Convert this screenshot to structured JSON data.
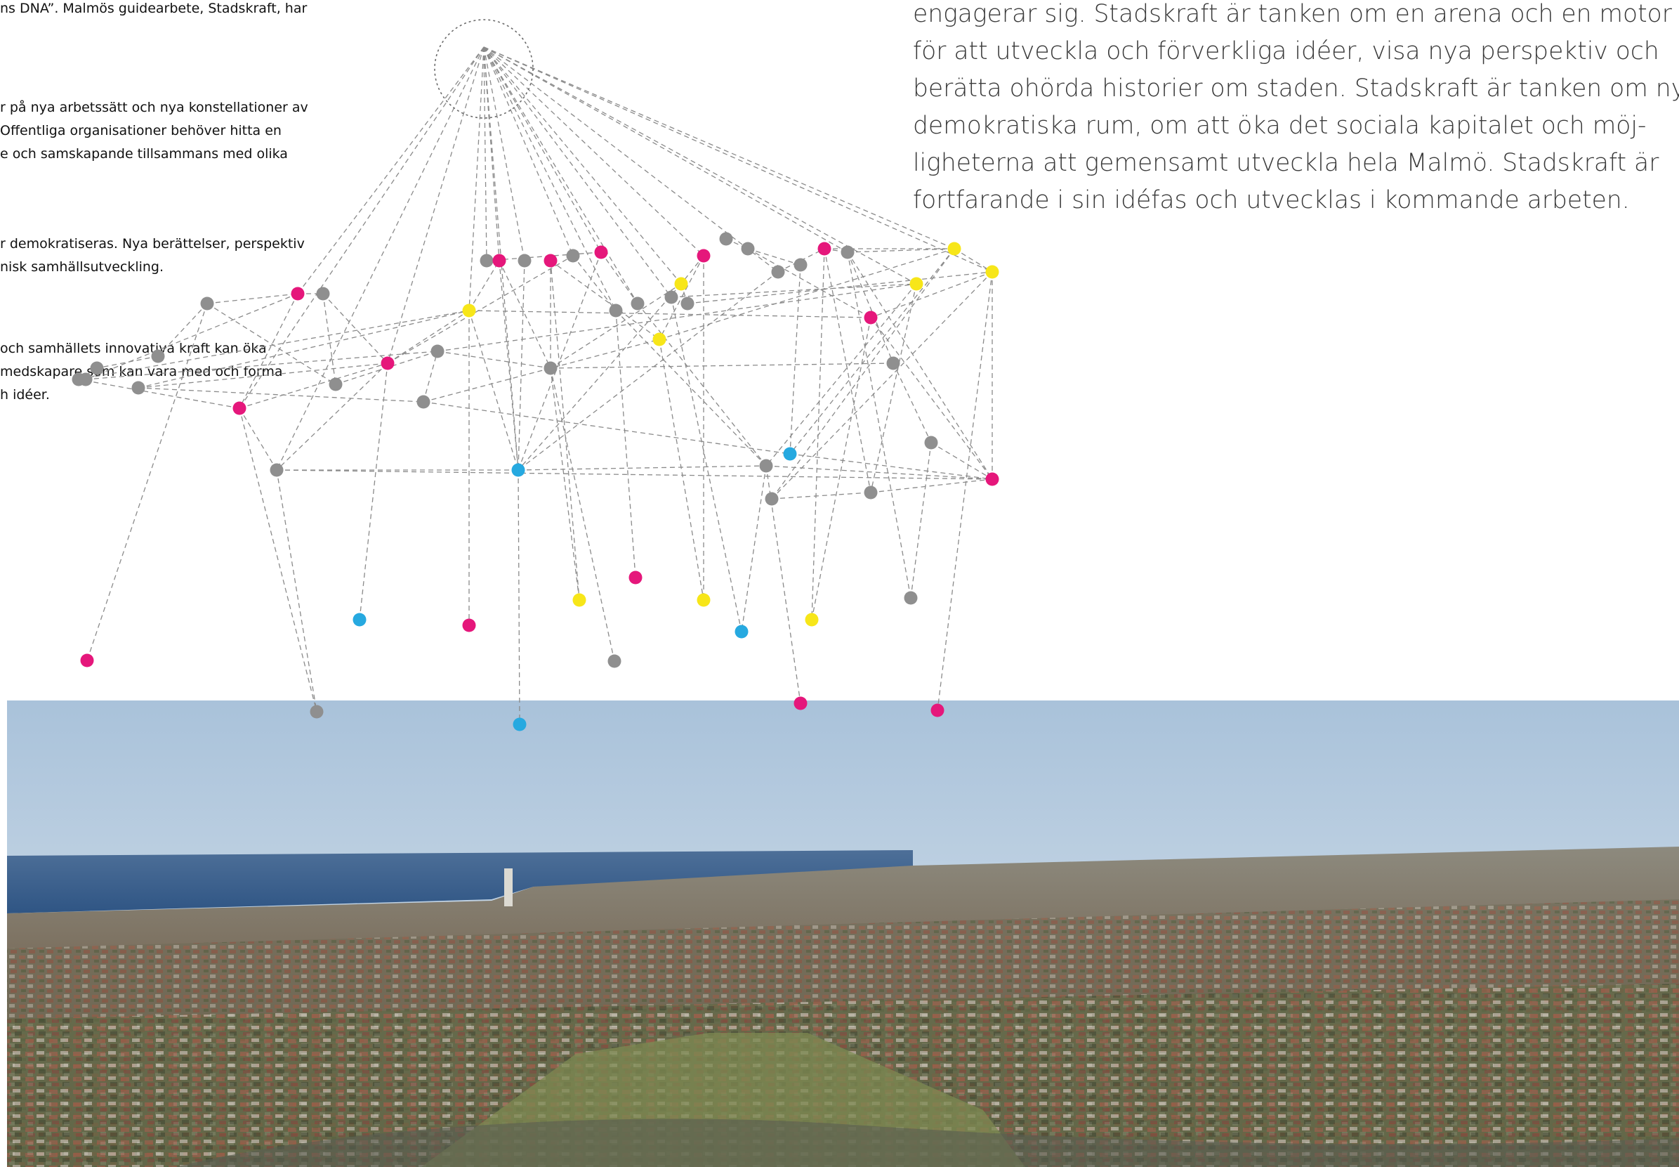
{
  "left_text": {
    "p1": [
      "ns DNA”.  Malmös guidearbete, Stadskraft, har"
    ],
    "p2": [
      "r på nya arbetssätt och nya konstellationer av",
      " Offentliga organisationer behöver hitta en",
      "e och samskapande tillsammans med olika"
    ],
    "p3": [
      "r demokratiseras. Nya berättelser, perspektiv",
      "nisk samhällsutveckling."
    ],
    "p4": [
      "och samhällets innovativa kraft kan öka",
      "medskapare som kan vara med och forma",
      "h idéer."
    ]
  },
  "right_text": {
    "lines": [
      "engagerar sig.  Stadskraft är tanken om en arena och en motor",
      "för att utveckla och förverkliga idéer, visa nya perspektiv och",
      "berätta ohörda historier om staden. Stadskraft är tanken om nya",
      "demokratiska rum, om att öka det sociala kapitalet och möj-",
      "ligheterna att gemensamt utveckla hela Malmö.  Stadskraft är",
      "fortfarande i sin idéfas och utvecklas i kommande arbeten."
    ]
  },
  "colors": {
    "magenta": "#e5177b",
    "gray": "#8f8f8f",
    "yellow": "#f7e619",
    "cyan": "#26a9e0",
    "edge": "#8a8a8a"
  },
  "photo": {
    "description_icon": "aerial-city-panorama-icon"
  }
}
